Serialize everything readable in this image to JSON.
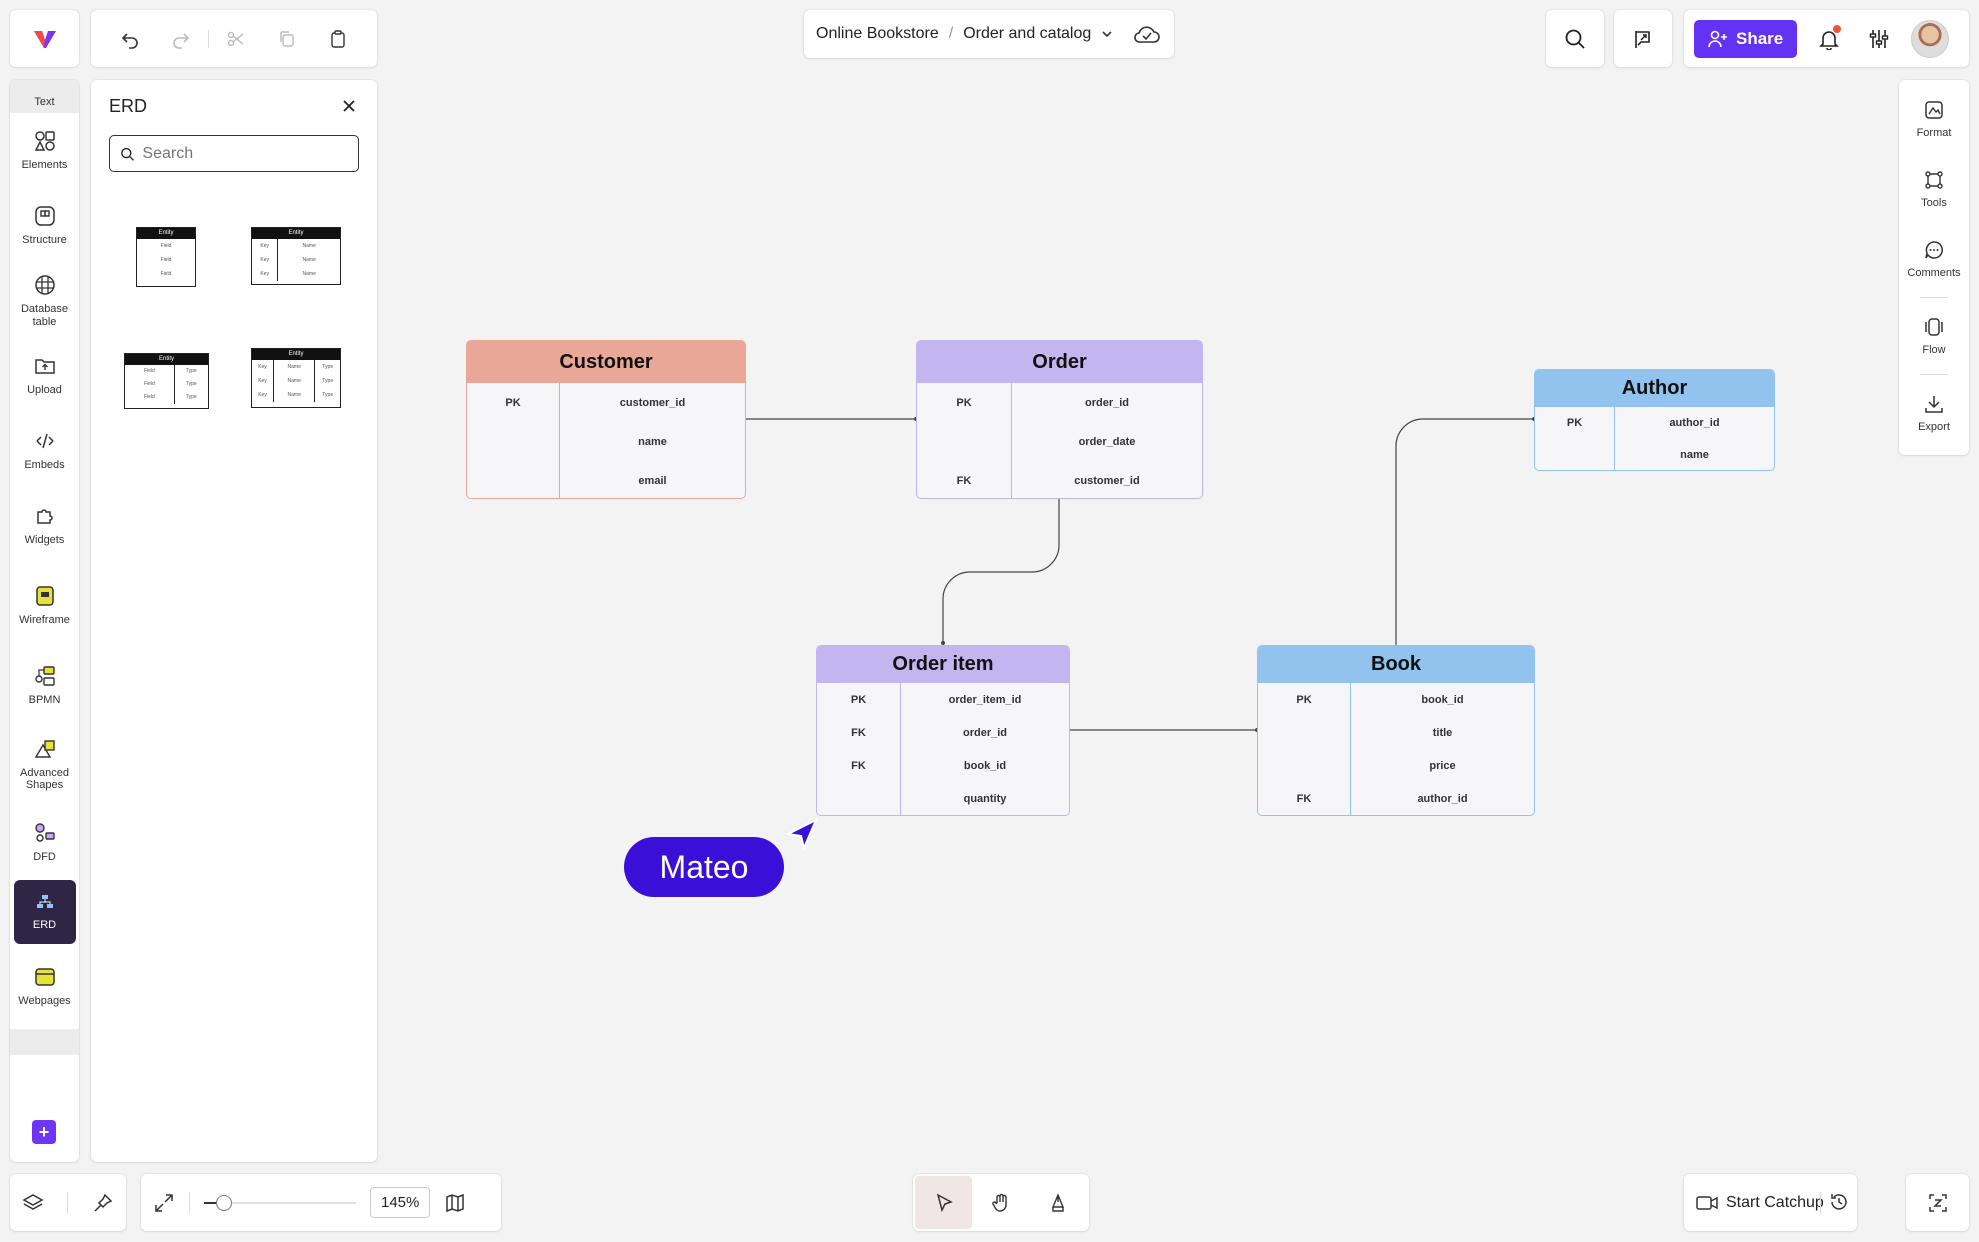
{
  "app": {
    "logo": "vertex-logo-icon"
  },
  "toolbar": {
    "undo": "undo-icon",
    "redo": "redo-icon",
    "cut": "scissors-icon",
    "copy": "copy-icon",
    "paste": "clipboard-icon"
  },
  "breadcrumb": {
    "project": "Online Bookstore",
    "separator": "/",
    "document": "Order and catalog"
  },
  "header": {
    "share_label": "Share"
  },
  "left_sidebar": {
    "items": [
      {
        "label": "Text"
      },
      {
        "label": "Elements"
      },
      {
        "label": "Structure"
      },
      {
        "label": "Database table"
      },
      {
        "label": "Upload"
      },
      {
        "label": "Embeds"
      },
      {
        "label": "Widgets"
      },
      {
        "label": "Wireframe"
      },
      {
        "label": "BPMN"
      },
      {
        "label": "Advanced Shapes"
      },
      {
        "label": "DFD"
      },
      {
        "label": "ERD"
      },
      {
        "label": "Webpages"
      }
    ],
    "add_label": "+"
  },
  "erd_panel": {
    "title": "ERD",
    "search_placeholder": "Search",
    "thumbnails": [
      {
        "header": "Entity",
        "rows": [
          "Field",
          "Field",
          "Field"
        ]
      },
      {
        "header": "Entity",
        "rows": [
          "Key",
          "Key",
          "Key"
        ],
        "rows2": [
          "Name",
          "Name",
          "Name"
        ]
      },
      {
        "header": "Entity",
        "rows": [
          "Field",
          "Field",
          "Field"
        ],
        "rows2": [
          "Type",
          "Type",
          "Type"
        ]
      },
      {
        "header": "Entity",
        "rows": [
          "Key",
          "Key",
          "Key"
        ],
        "rows2": [
          "Name",
          "Name",
          "Name"
        ],
        "rows3": [
          "Type",
          "Type",
          "Type"
        ]
      }
    ]
  },
  "diagram": {
    "entities": [
      {
        "id": "customer",
        "name": "Customer",
        "keys": [
          "PK",
          "",
          ""
        ],
        "fields": [
          "customer_id",
          "name",
          "email"
        ]
      },
      {
        "id": "order",
        "name": "Order",
        "keys": [
          "PK",
          "",
          "FK"
        ],
        "fields": [
          "order_id",
          "order_date",
          "customer_id"
        ]
      },
      {
        "id": "author",
        "name": "Author",
        "keys": [
          "PK",
          ""
        ],
        "fields": [
          "author_id",
          "name"
        ]
      },
      {
        "id": "order_item",
        "name": "Order item",
        "keys": [
          "PK",
          "FK",
          "FK",
          ""
        ],
        "fields": [
          "order_item_id",
          "order_id",
          "book_id",
          "quantity"
        ]
      },
      {
        "id": "book",
        "name": "Book",
        "keys": [
          "PK",
          "",
          "",
          "FK"
        ],
        "fields": [
          "book_id",
          "title",
          "price",
          "author_id"
        ]
      }
    ],
    "colors": {
      "customer_header": "#e8a797",
      "customer_border": "#e8a797",
      "order_header": "#c3b5ef",
      "order_border": "#c3b5ef",
      "blue_header": "#92c3ef",
      "blue_border": "#92c3ef",
      "connector": "#444444"
    }
  },
  "collaborator": {
    "name": "Mateo",
    "color": "#3a10d8"
  },
  "zoom": {
    "value": "145%",
    "slider_fraction": 0.13
  },
  "bottom": {
    "catchup_label": "Start Catchup"
  },
  "right_sidebar": {
    "items": [
      {
        "label": "Format"
      },
      {
        "label": "Tools"
      },
      {
        "label": "Comments"
      },
      {
        "label": "Flow"
      },
      {
        "label": "Export"
      }
    ]
  }
}
